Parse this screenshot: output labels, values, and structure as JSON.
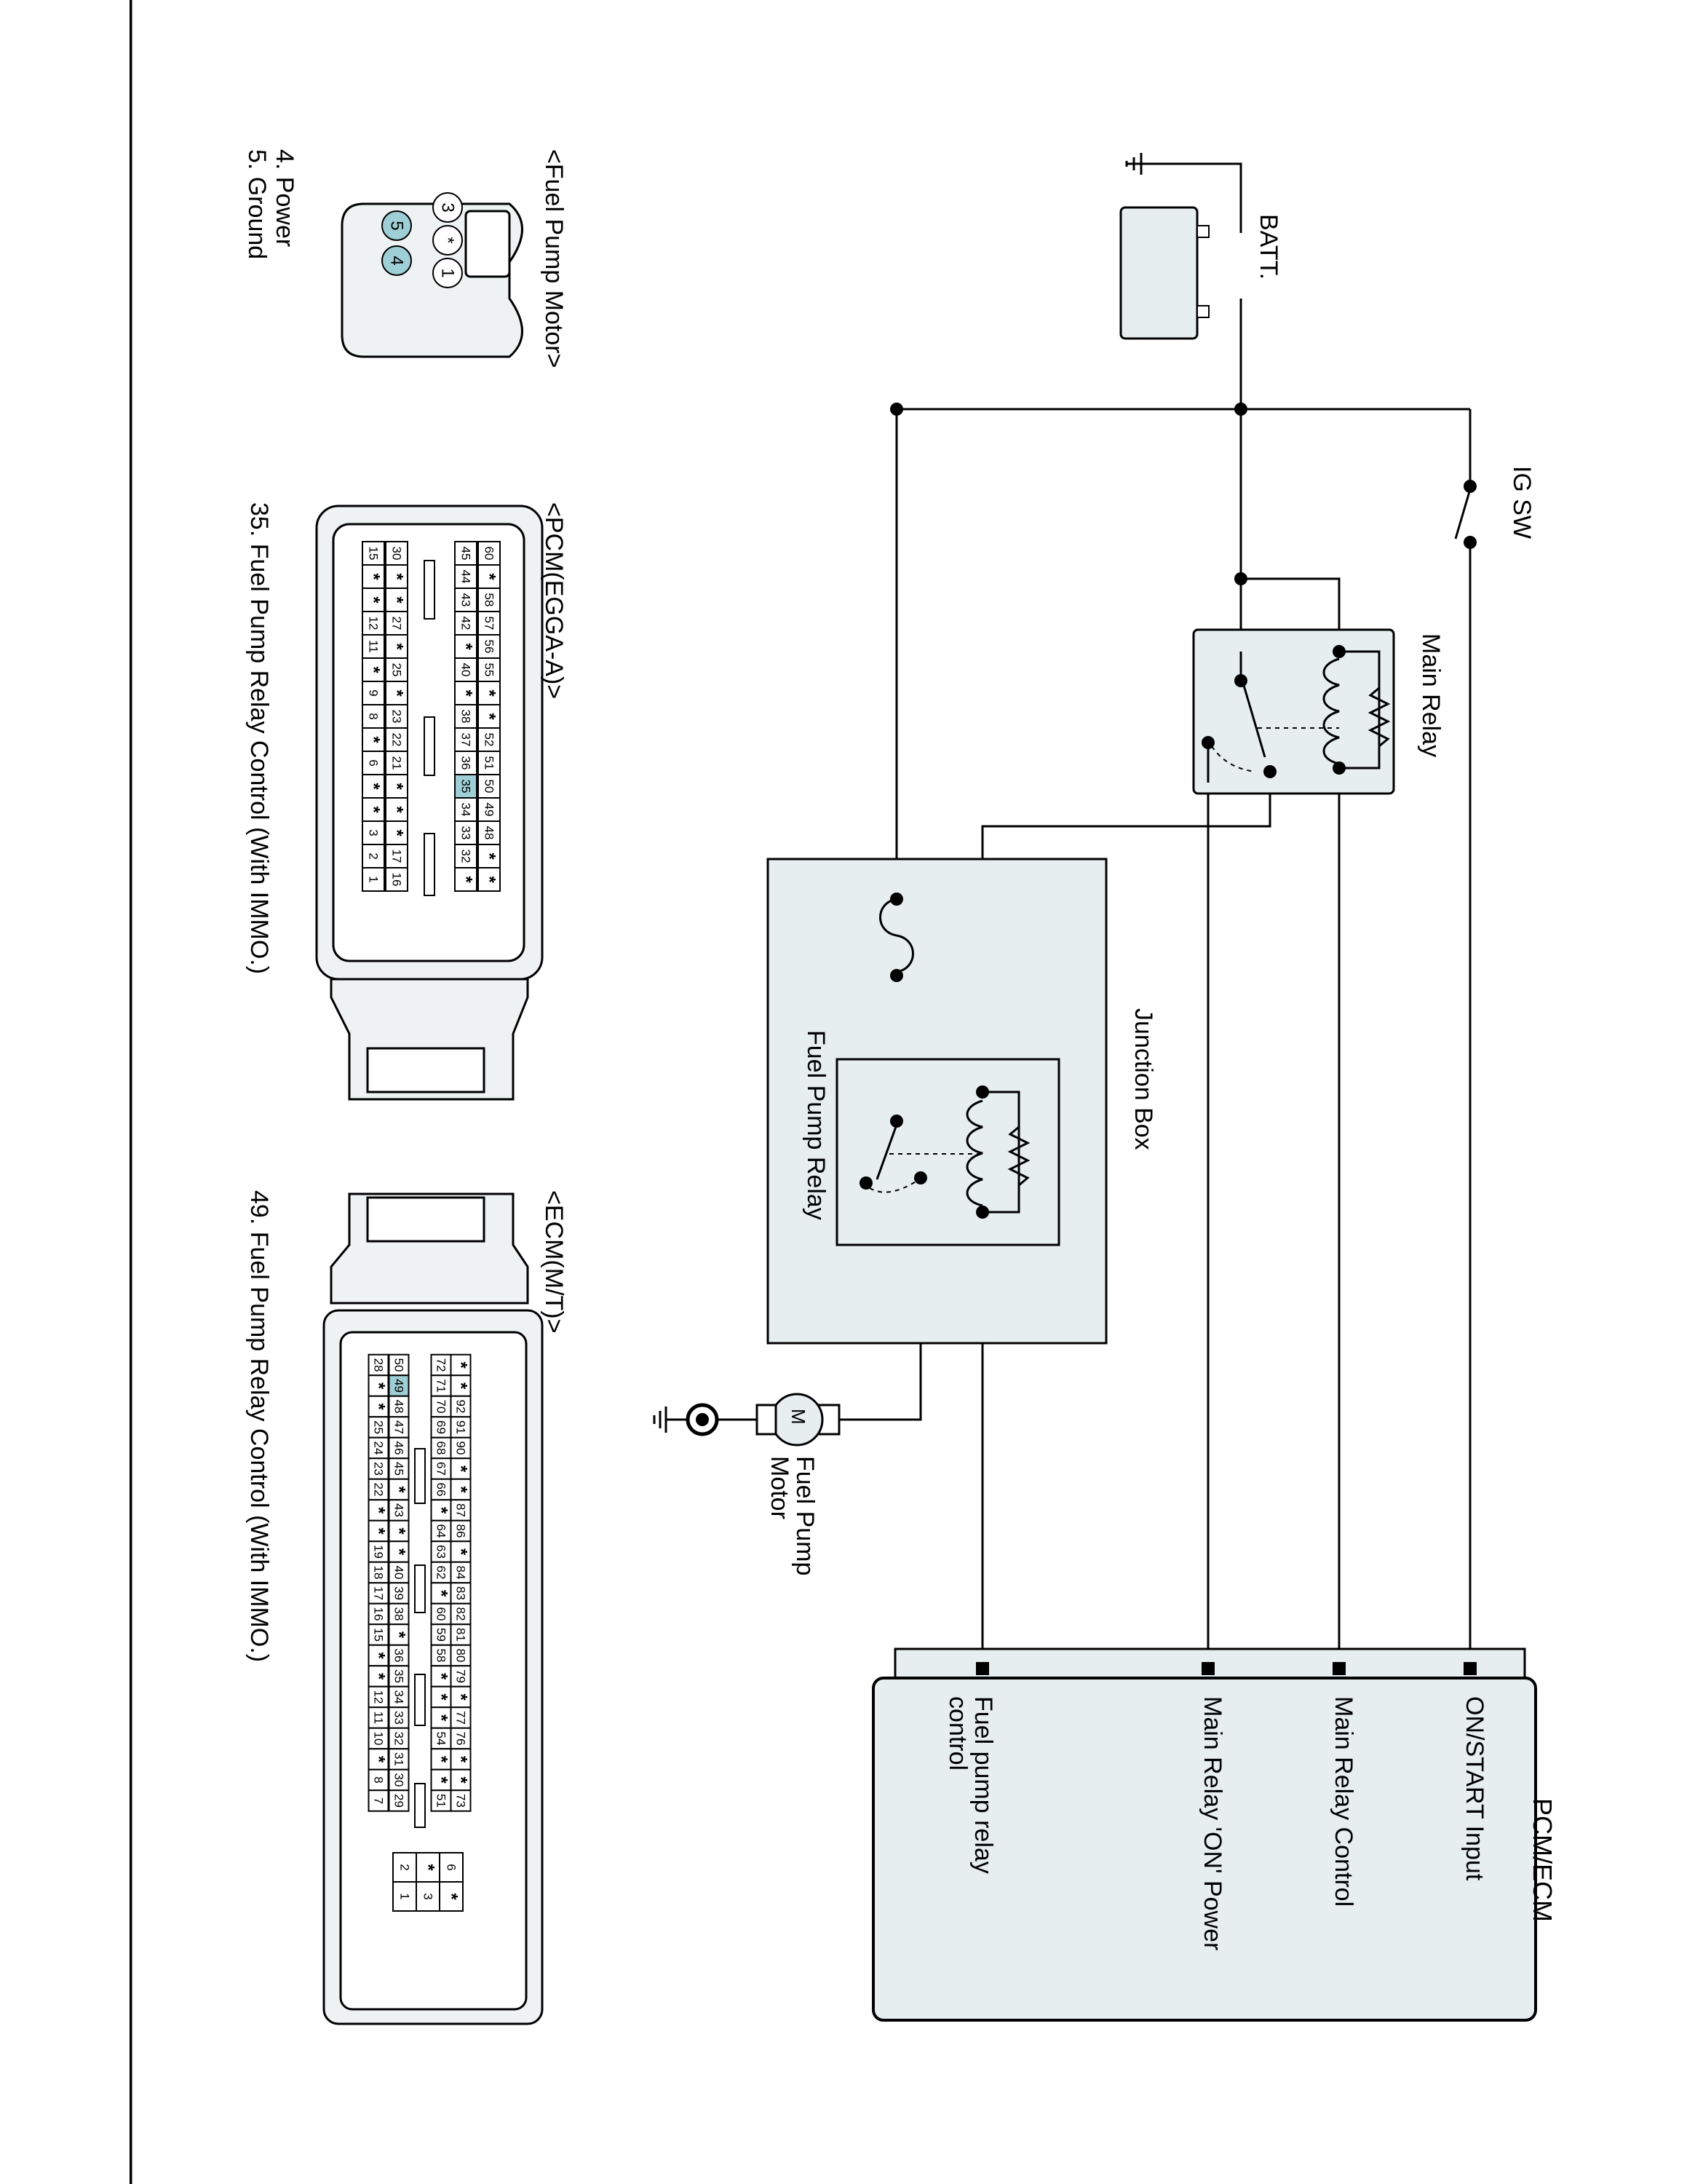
{
  "battery": {
    "label": "BATT.",
    "neg": "-",
    "pos": "+"
  },
  "ig_switch": {
    "label": "IG SW"
  },
  "main_relay": {
    "label": "Main Relay"
  },
  "junction_box": {
    "label": "Junction Box"
  },
  "fuel_pump_relay": {
    "label": "Fuel Pump Relay"
  },
  "fuel_pump_motor": {
    "symbol": "M",
    "label_line1": "Fuel Pump",
    "label_line2": "Motor"
  },
  "pcm_ecm": {
    "title": "PCM/ECM",
    "terminals": [
      {
        "label": "ON/START Input"
      },
      {
        "label": "Main Relay Control"
      },
      {
        "label": "Main Relay 'ON' Power"
      },
      {
        "label_line1": "Fuel pump relay",
        "label_line2": "control"
      }
    ]
  },
  "connectors": {
    "fuel_pump_motor": {
      "title": "<Fuel Pump Motor>",
      "pins_top": [
        "3",
        "*",
        "1"
      ],
      "pins_bottom": [
        "5",
        "4"
      ],
      "highlighted": [
        "5",
        "4"
      ],
      "notes": [
        "4. Power",
        "5. Ground"
      ]
    },
    "pcm": {
      "title": "<PCM(EGGA-A)>",
      "rows": [
        [
          "60",
          "*",
          "58",
          "57",
          "56",
          "55",
          "*",
          "*",
          "52",
          "51",
          "50",
          "49",
          "48",
          "*",
          "*"
        ],
        [
          "45",
          "44",
          "43",
          "42",
          "*",
          "40",
          "*",
          "38",
          "37",
          "36",
          "35",
          "34",
          "33",
          "32",
          "*"
        ],
        [
          "30",
          "*",
          "*",
          "27",
          "*",
          "25",
          "*",
          "23",
          "22",
          "21",
          "*",
          "*",
          "*",
          "17",
          "16"
        ],
        [
          "15",
          "*",
          "*",
          "12",
          "11",
          "*",
          "9",
          "8",
          "*",
          "6",
          "*",
          "*",
          "3",
          "2",
          "1"
        ]
      ],
      "highlighted": "35",
      "note": "35. Fuel Pump Relay Control (With IMMO.)"
    },
    "ecm": {
      "title": "<ECM(M/T)>",
      "rows": [
        [
          "*",
          "*",
          "92",
          "91",
          "90",
          "*",
          "*",
          "87",
          "86",
          "*",
          "84",
          "83",
          "82",
          "81",
          "80",
          "79",
          "*",
          "77",
          "76",
          "*",
          "*",
          "73"
        ],
        [
          "72",
          "71",
          "70",
          "69",
          "68",
          "67",
          "66",
          "*",
          "64",
          "63",
          "62",
          "*",
          "60",
          "59",
          "58",
          "*",
          "*",
          "*",
          "54",
          "*",
          "*",
          "51"
        ],
        [
          "50",
          "49",
          "48",
          "47",
          "46",
          "45",
          "*",
          "43",
          "*",
          "*",
          "40",
          "39",
          "38",
          "*",
          "36",
          "35",
          "34",
          "33",
          "32",
          "31",
          "30",
          "29"
        ],
        [
          "28",
          "*",
          "*",
          "25",
          "24",
          "23",
          "22",
          "*",
          "*",
          "19",
          "18",
          "17",
          "16",
          "15",
          "*",
          "*",
          "12",
          "11",
          "10",
          "*",
          "8",
          "7"
        ]
      ],
      "small_block": [
        [
          "6",
          "*"
        ],
        [
          "*",
          "3"
        ],
        [
          "2",
          "1"
        ]
      ],
      "highlighted": "49",
      "note": "49. Fuel Pump Relay Control (With IMMO.)"
    }
  }
}
